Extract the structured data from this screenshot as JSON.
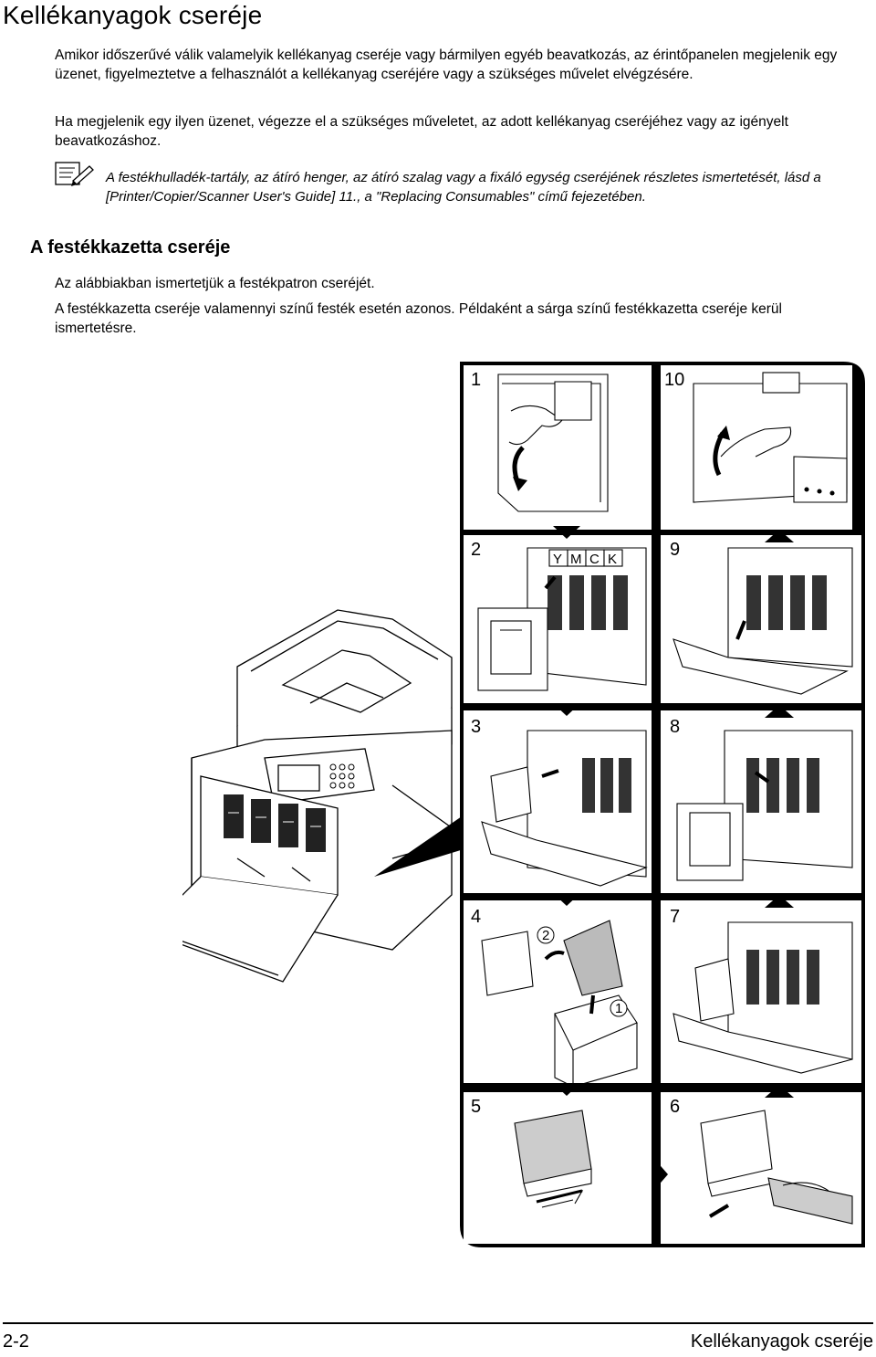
{
  "page": {
    "title": "Kellékanyagok cseréje",
    "intro": [
      "Amikor időszerűvé válik valamelyik kellékanyag cseréje vagy bármilyen egyéb beavatkozás, az érintőpanelen megjelenik egy üzenet, figyelmeztetve a felhasználót a kellékanyag cseréjére vagy a szükséges művelet elvégzésére.",
      "Ha megjelenik egy ilyen üzenet, végezze el a szükséges műveletet, az adott kellékanyag cseréjéhez vagy az igényelt beavatkozáshoz."
    ],
    "note": "A festékhulladék-tartály, az átíró henger, az átíró szalag vagy a fixáló egység cseréjének részletes ismertetését, lásd a [Printer/Copier/Scanner User's Guide] 11., a \"Replacing Consumables\" című fejezetében.",
    "section": {
      "heading": "A festékkazetta cseréje",
      "paragraphs": [
        "Az alábbiakban ismertetjük a festékpatron cseréjét.",
        "A festékkazetta cseréje valamennyi színű festék esetén azonos. Példaként a sárga színű festékkazetta cseréje kerül ismertetésre."
      ]
    },
    "figure": {
      "steps_left": [
        "1",
        "2",
        "3",
        "4",
        "5"
      ],
      "steps_right": [
        "10",
        "9",
        "8",
        "7",
        "6"
      ],
      "toner_colors": [
        "Y",
        "M",
        "C",
        "K"
      ],
      "callouts": [
        "2",
        "1"
      ]
    },
    "footer": {
      "page_number": "2-2",
      "chapter": "Kellékanyagok cseréje"
    }
  }
}
